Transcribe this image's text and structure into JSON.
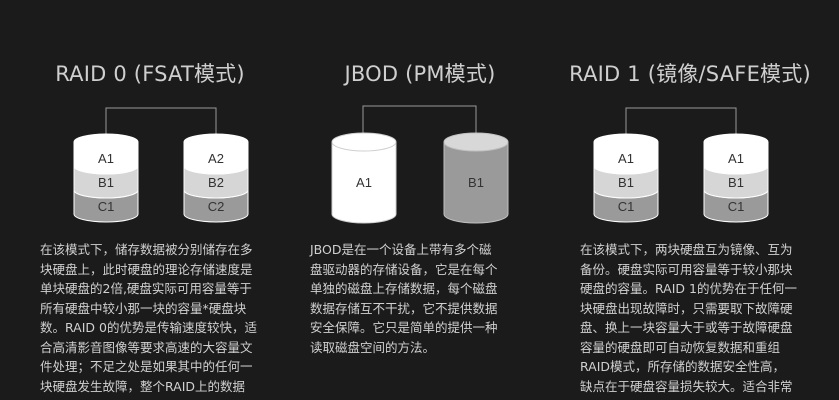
{
  "colors": {
    "background": "#1b1b1b",
    "disk_white": "#ffffff",
    "disk_light_gray": "#d6d6d6",
    "disk_mid_gray": "#b0b0b0",
    "disk_dark_gray": "#9a9a9a",
    "text": "#d0d0d0"
  },
  "raid0": {
    "title": "RAID 0 (FSAT模式)",
    "disk_left": [
      "A1",
      "B1",
      "C1"
    ],
    "disk_right": [
      "A2",
      "B2",
      "C2"
    ],
    "description": "在该模式下，储存数据被分别储存在多\n块硬盘上，此时硬盘的理论存储速度是\n单块硬盘的2倍,硬盘实际可用容量等于\n所有硬盘中较小那一块的容量*硬盘块\n数。RAID 0的优势是传输速度较快，适\n合高清影音图像等要求高速的大容量文\n件处理；不足之处是如果其中的任何一\n块硬盘发生故障，整个RAID上的数据"
  },
  "jbod": {
    "title": "JBOD (PM模式)",
    "disk_left": [
      "A1"
    ],
    "disk_right": [
      "B1"
    ],
    "description": "JBOD是在一个设备上带有多个磁\n盘驱动器的存储设备，它是在每个\n单独的磁盘上存储数据，每个磁盘\n数据存储互不干扰，它不提供数据\n安全保障。它只是简单的提供一种\n读取磁盘空间的方法。"
  },
  "raid1": {
    "title": "RAID 1 (镜像/SAFE模式)",
    "disk_left": [
      "A1",
      "B1",
      "C1"
    ],
    "disk_right": [
      "A1",
      "B1",
      "C1"
    ],
    "description": "在该模式下，两块硬盘互为镜像、互为\n备份。硬盘实际可用容量等于较小那块\n硬盘的容量。RAID 1的优势在于任何一\n块硬盘出现故障时，只需要取下故障硬\n盘、换上一块容量大于或等于故障硬盘\n容量的硬盘即可自动恢复数据和重组\nRAID模式，所存储的数据安全性高，\n缺点在于硬盘容量损失较大。适合非常"
  }
}
